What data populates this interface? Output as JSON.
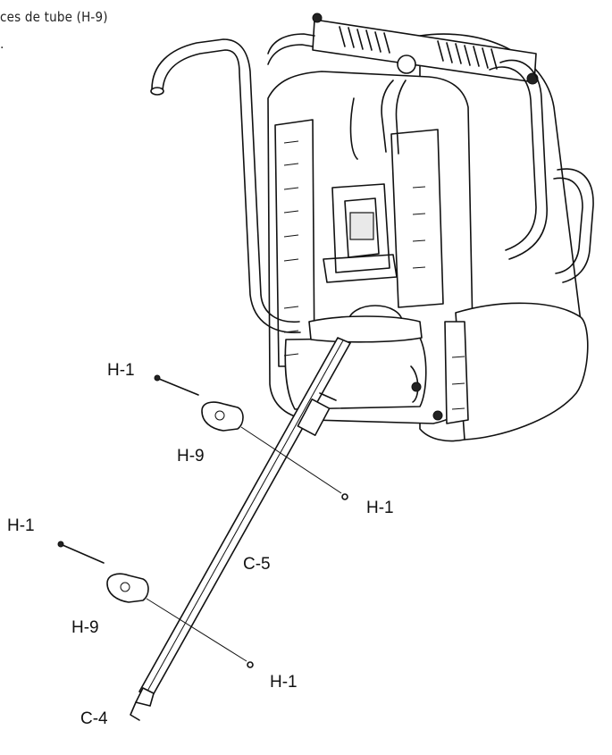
{
  "header": {
    "text": "ces de tube (H-9)",
    "tail": "."
  },
  "callouts": {
    "h1_top": "H-1",
    "h9_top": "H-9",
    "h1_mid_right": "H-1",
    "h1_left": "H-1",
    "c5": "C-5",
    "h9_bottom": "H-9",
    "h1_bottom_right": "H-1",
    "c4": "C-4"
  }
}
